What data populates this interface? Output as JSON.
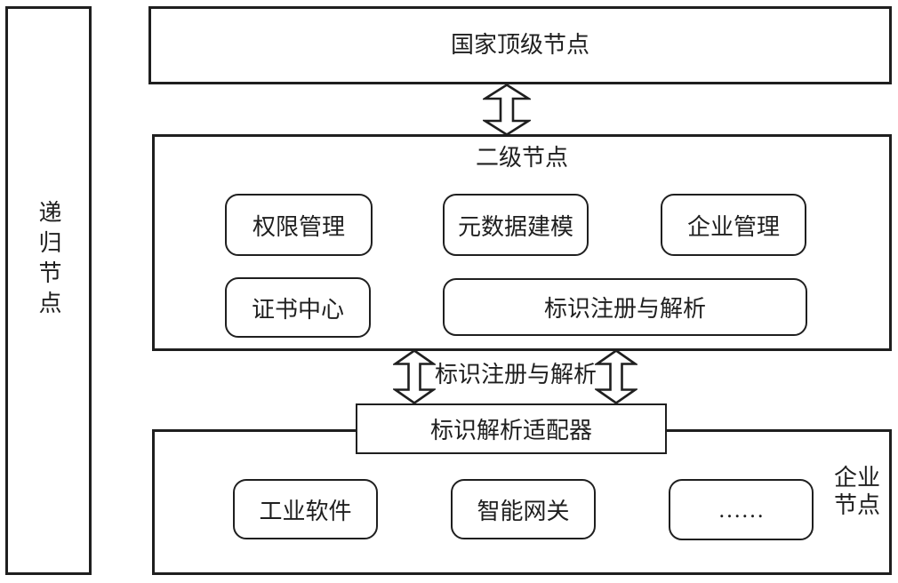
{
  "colors": {
    "line": "#1f1f1f",
    "background": "#ffffff"
  },
  "recursive_node": {
    "label": "递归节点"
  },
  "national_node": {
    "label": "国家顶级节点"
  },
  "second_level_node": {
    "title": "二级节点",
    "modules": [
      {
        "label": "权限管理"
      },
      {
        "label": "元数据建模"
      },
      {
        "label": "企业管理"
      },
      {
        "label": "证书中心"
      },
      {
        "label": "标识注册与解析"
      }
    ]
  },
  "connection": {
    "label": "标识注册与解析"
  },
  "adapter": {
    "label": "标识解析适配器"
  },
  "enterprise_node": {
    "title": "企业节点",
    "modules": [
      {
        "label": "工业软件"
      },
      {
        "label": "智能网关"
      },
      {
        "label": "……"
      }
    ]
  }
}
